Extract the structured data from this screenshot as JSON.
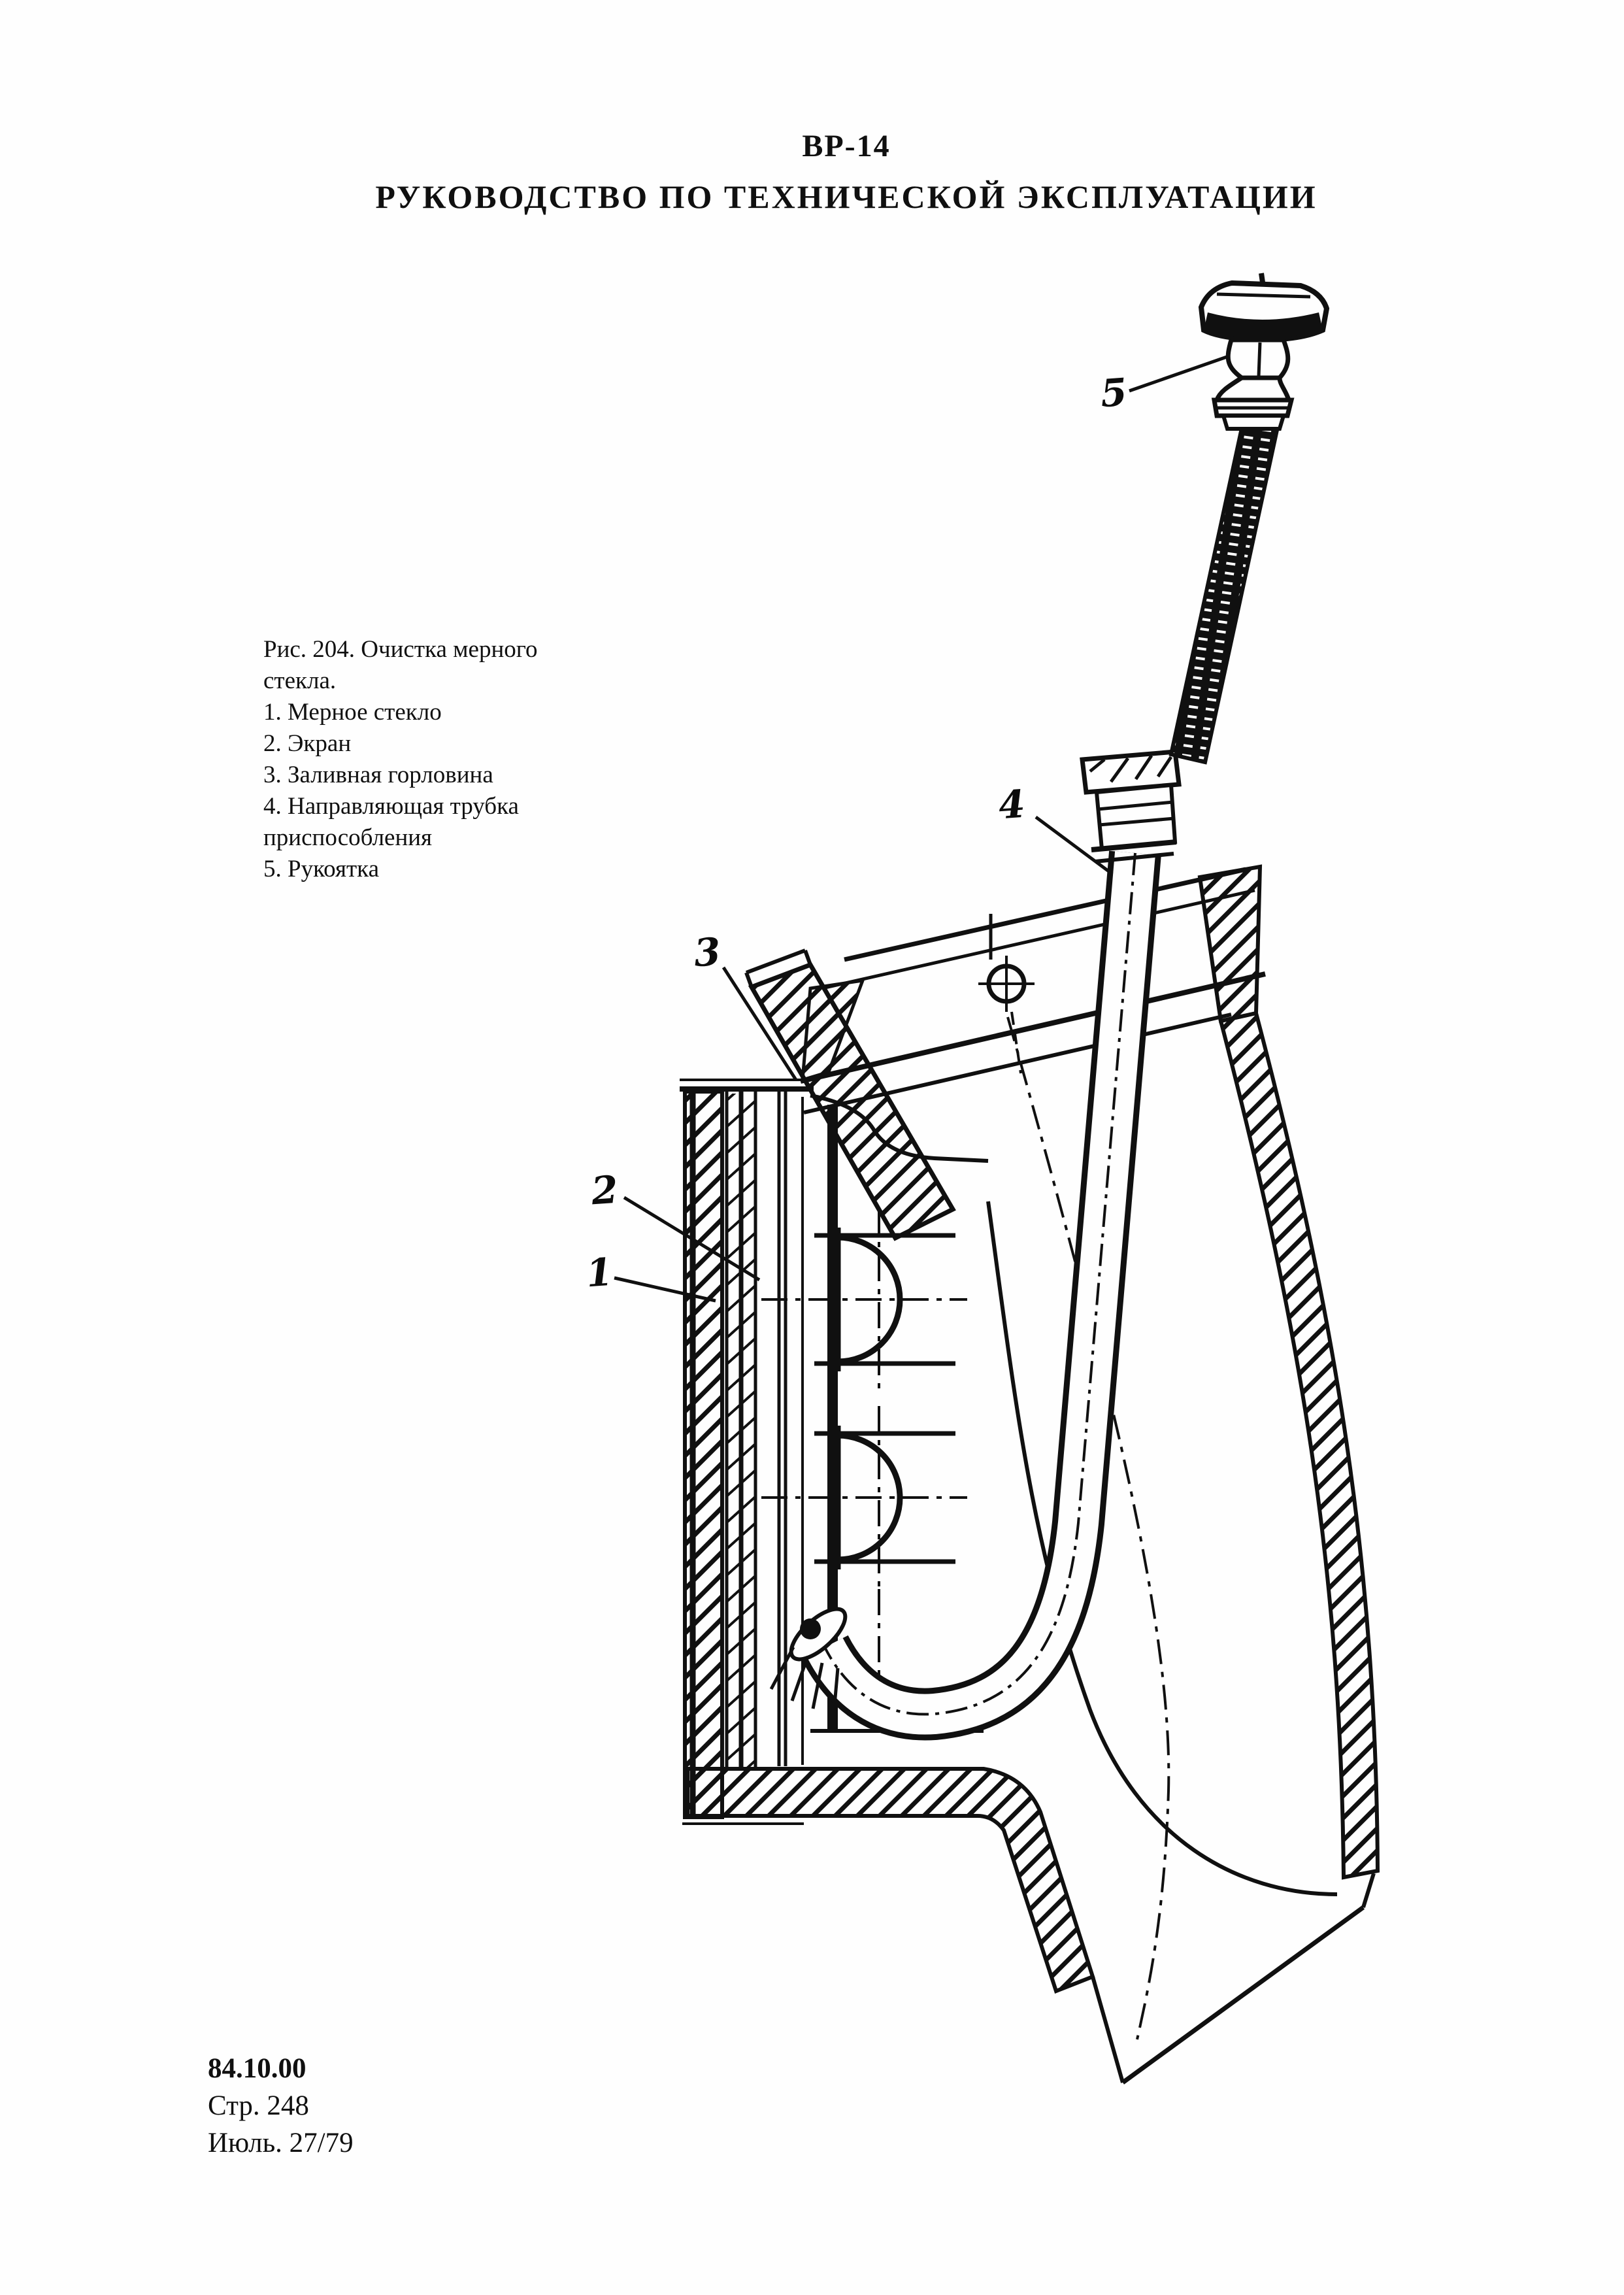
{
  "page": {
    "header": {
      "model": "ВР-14",
      "title": "РУКОВОДСТВО ПО ТЕХНИЧЕСКОЙ ЭКСПЛУАТАЦИИ"
    },
    "figure": {
      "caption_lines": [
        "Рис. 204. Очистка мерного",
        "стекла.",
        "1. Мерное стекло",
        "2. Экран",
        "3. Заливная горловина",
        "4. Направляющая трубка",
        "приспособления",
        "5. Рукоятка"
      ],
      "callouts": [
        {
          "label": "1"
        },
        {
          "label": "2"
        },
        {
          "label": "3"
        },
        {
          "label": "4"
        },
        {
          "label": "5"
        }
      ],
      "ink_color": "#101010",
      "paper_color": "#fefefe"
    },
    "footer": {
      "section": "84.10.00",
      "page": "Стр. 248",
      "date": "Июль. 27/79"
    }
  }
}
